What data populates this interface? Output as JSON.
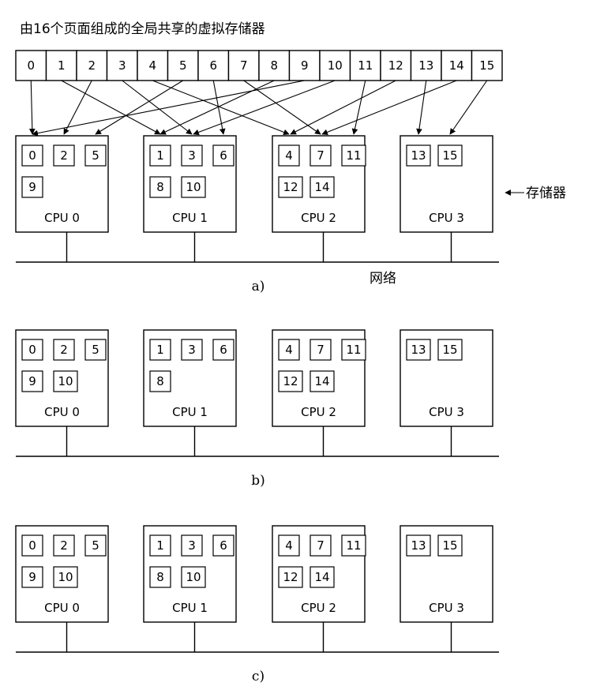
{
  "title": "由16个页面组成的全局共享的虚拟存储器",
  "pages": [
    "0",
    "1",
    "2",
    "3",
    "4",
    "5",
    "6",
    "7",
    "8",
    "9",
    "10",
    "11",
    "12",
    "13",
    "14",
    "15"
  ],
  "memory_label": "存储器",
  "network_label": "网络",
  "cpu_labels": [
    "CPU 0",
    "CPU 1",
    "CPU 2",
    "CPU 3"
  ],
  "panels": [
    {
      "caption": "a)",
      "cpus": [
        {
          "pages": [
            "0",
            "2",
            "5",
            "9"
          ]
        },
        {
          "pages": [
            "1",
            "3",
            "6",
            "8",
            "10"
          ]
        },
        {
          "pages": [
            "4",
            "7",
            "11",
            "12",
            "14"
          ]
        },
        {
          "pages": [
            "13",
            "15"
          ]
        }
      ]
    },
    {
      "caption": "b)",
      "cpus": [
        {
          "pages": [
            "0",
            "2",
            "5",
            "9",
            "10"
          ]
        },
        {
          "pages": [
            "1",
            "3",
            "6",
            "8"
          ]
        },
        {
          "pages": [
            "4",
            "7",
            "11",
            "12",
            "14"
          ]
        },
        {
          "pages": [
            "13",
            "15"
          ]
        }
      ]
    },
    {
      "caption": "c)",
      "cpus": [
        {
          "pages": [
            "0",
            "2",
            "5",
            "9",
            "10"
          ]
        },
        {
          "pages": [
            "1",
            "3",
            "6",
            "8",
            "10"
          ]
        },
        {
          "pages": [
            "4",
            "7",
            "11",
            "12",
            "14"
          ]
        },
        {
          "pages": [
            "13",
            "15"
          ]
        }
      ]
    }
  ],
  "mapping": [
    [
      "0",
      0
    ],
    [
      "1",
      1
    ],
    [
      "2",
      0
    ],
    [
      "3",
      1
    ],
    [
      "4",
      2
    ],
    [
      "5",
      0
    ],
    [
      "6",
      1
    ],
    [
      "7",
      2
    ],
    [
      "8",
      1
    ],
    [
      "9",
      0
    ],
    [
      "10",
      1
    ],
    [
      "11",
      2
    ],
    [
      "12",
      2
    ],
    [
      "13",
      3
    ],
    [
      "14",
      2
    ],
    [
      "15",
      3
    ]
  ]
}
